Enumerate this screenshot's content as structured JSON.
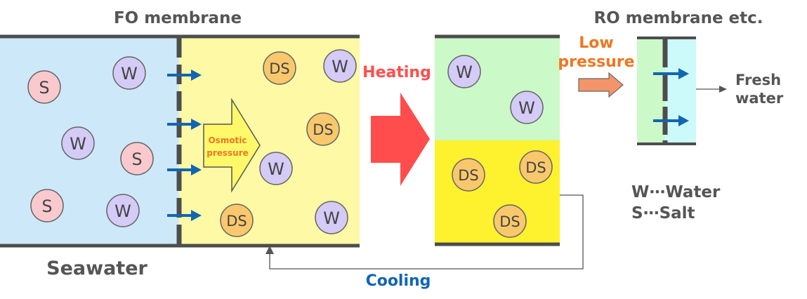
{
  "labels": {
    "fo_membrane": "FO membrane",
    "ro_membrane": "RO membrane etc.",
    "seawater": "Seawater",
    "heating": "Heating",
    "cooling": "Cooling",
    "low_pressure_line1": "Low",
    "low_pressure_line2": "pressure",
    "osmotic_line1": "Osmotic",
    "osmotic_line2": "pressure",
    "fresh_line1": "Fresh",
    "fresh_line2": "water",
    "legend_w": "W⋯Water",
    "legend_s": "S⋯Salt"
  },
  "molecules": {
    "w": "W",
    "s": "S",
    "ds": "DS"
  },
  "colors": {
    "seawater_fill": "#cde9f9",
    "draw_fill": "#fdf9a4",
    "upper_fill": "#ccf9c8",
    "lower_fill": "#fef12e",
    "ro_left_fill": "#ccf9c8",
    "ro_right_fill": "#ccf9fa",
    "wall": "#4d4d4d",
    "arrow_blue": "#1265b2",
    "heating_red": "#ff4d4d",
    "heating_text": "#ff4d4d",
    "low_pressure_text": "#ee7722",
    "low_pressure_arrow": "#f4946a",
    "osmotic_fill": "#fff96a",
    "osmotic_text": "#ee7722",
    "cooling_text": "#1265b2",
    "w_fill": "#d4cbf6",
    "s_fill": "#f9c9ce",
    "ds_fill": "#fac86c",
    "label_gray": "#555555"
  }
}
